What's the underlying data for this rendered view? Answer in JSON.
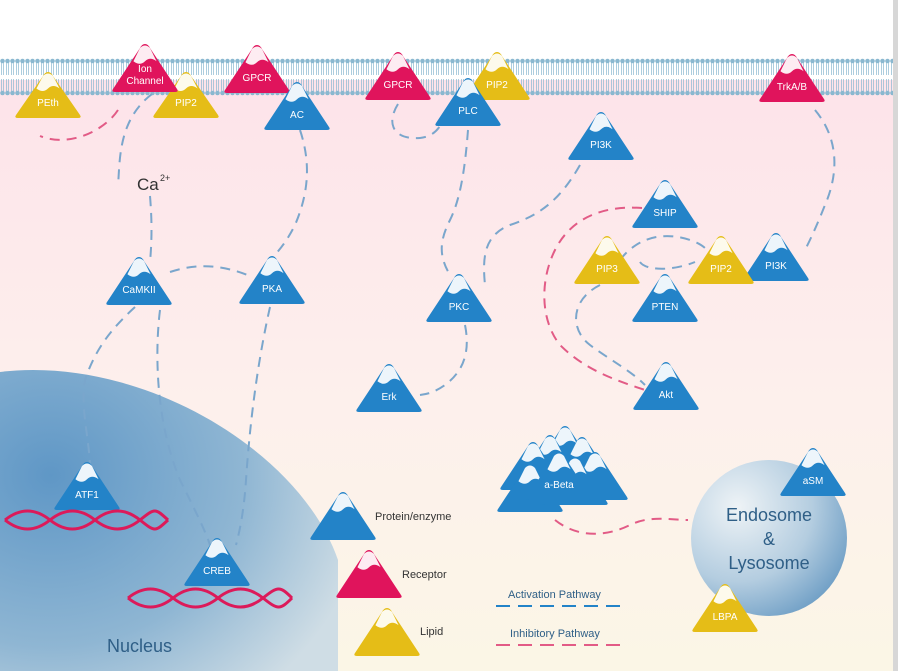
{
  "colors": {
    "protein": "#2383c8",
    "receptor": "#e0145c",
    "lipid": "#e5bd17",
    "activation": "#7aa6cc",
    "inhibitory": "#e25b86",
    "membrane": "#8ab8d0"
  },
  "labels": {
    "ca": "Ca",
    "ca_sup": "2+",
    "nucleus": "Nucleus",
    "endosome_line1": "Endosome",
    "endosome_line2": "&",
    "endosome_line3": "Lysosome"
  },
  "nodes": {
    "peth": "PEth",
    "ion_channel_1": "Ion",
    "ion_channel_2": "Channel",
    "pip2_a": "PIP2",
    "gpcr_a": "GPCR",
    "ac": "AC",
    "gpcr_b": "GPCR",
    "pip2_b": "PIP2",
    "plc": "PLC",
    "trkab": "TrkA/B",
    "pi3k_a": "PI3K",
    "ship": "SHIP",
    "pip3": "PIP3",
    "pip2_c": "PIP2",
    "pi3k_b": "PI3K",
    "pten": "PTEN",
    "camkii": "CaMKII",
    "pka": "PKA",
    "pkc": "PKC",
    "erk": "Erk",
    "akt": "Akt",
    "abeta": "a-Beta",
    "asm": "aSM",
    "lbpa": "LBPA",
    "atf1": "ATF1",
    "creb": "CREB"
  },
  "legend": {
    "protein": "Protein/enzyme",
    "receptor": "Receptor",
    "lipid": "Lipid",
    "activation": "Activation Pathway",
    "inhibitory": "Inhibitory Pathway"
  }
}
